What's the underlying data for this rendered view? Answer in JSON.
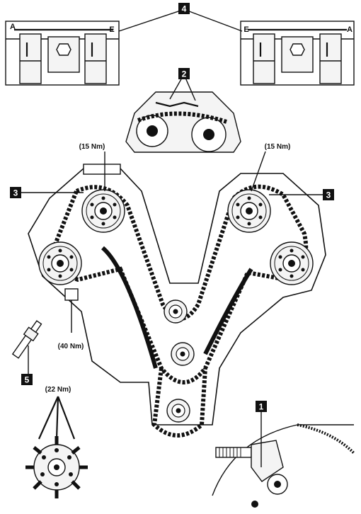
{
  "callouts": {
    "c1": "1",
    "c2": "2",
    "c3_left": "3",
    "c3_right": "3",
    "c4": "4",
    "c5": "5"
  },
  "torques": {
    "left_cam_sprocket": "(15 Nm)",
    "right_cam_sprocket": "(15 Nm)",
    "tensioner_bolt": "(40 Nm)",
    "crank_bolts": "(22 Nm)"
  },
  "cam_markings": {
    "left_view_left": "A",
    "left_view_right": "E",
    "right_view_left": "E",
    "right_view_right": "A"
  }
}
